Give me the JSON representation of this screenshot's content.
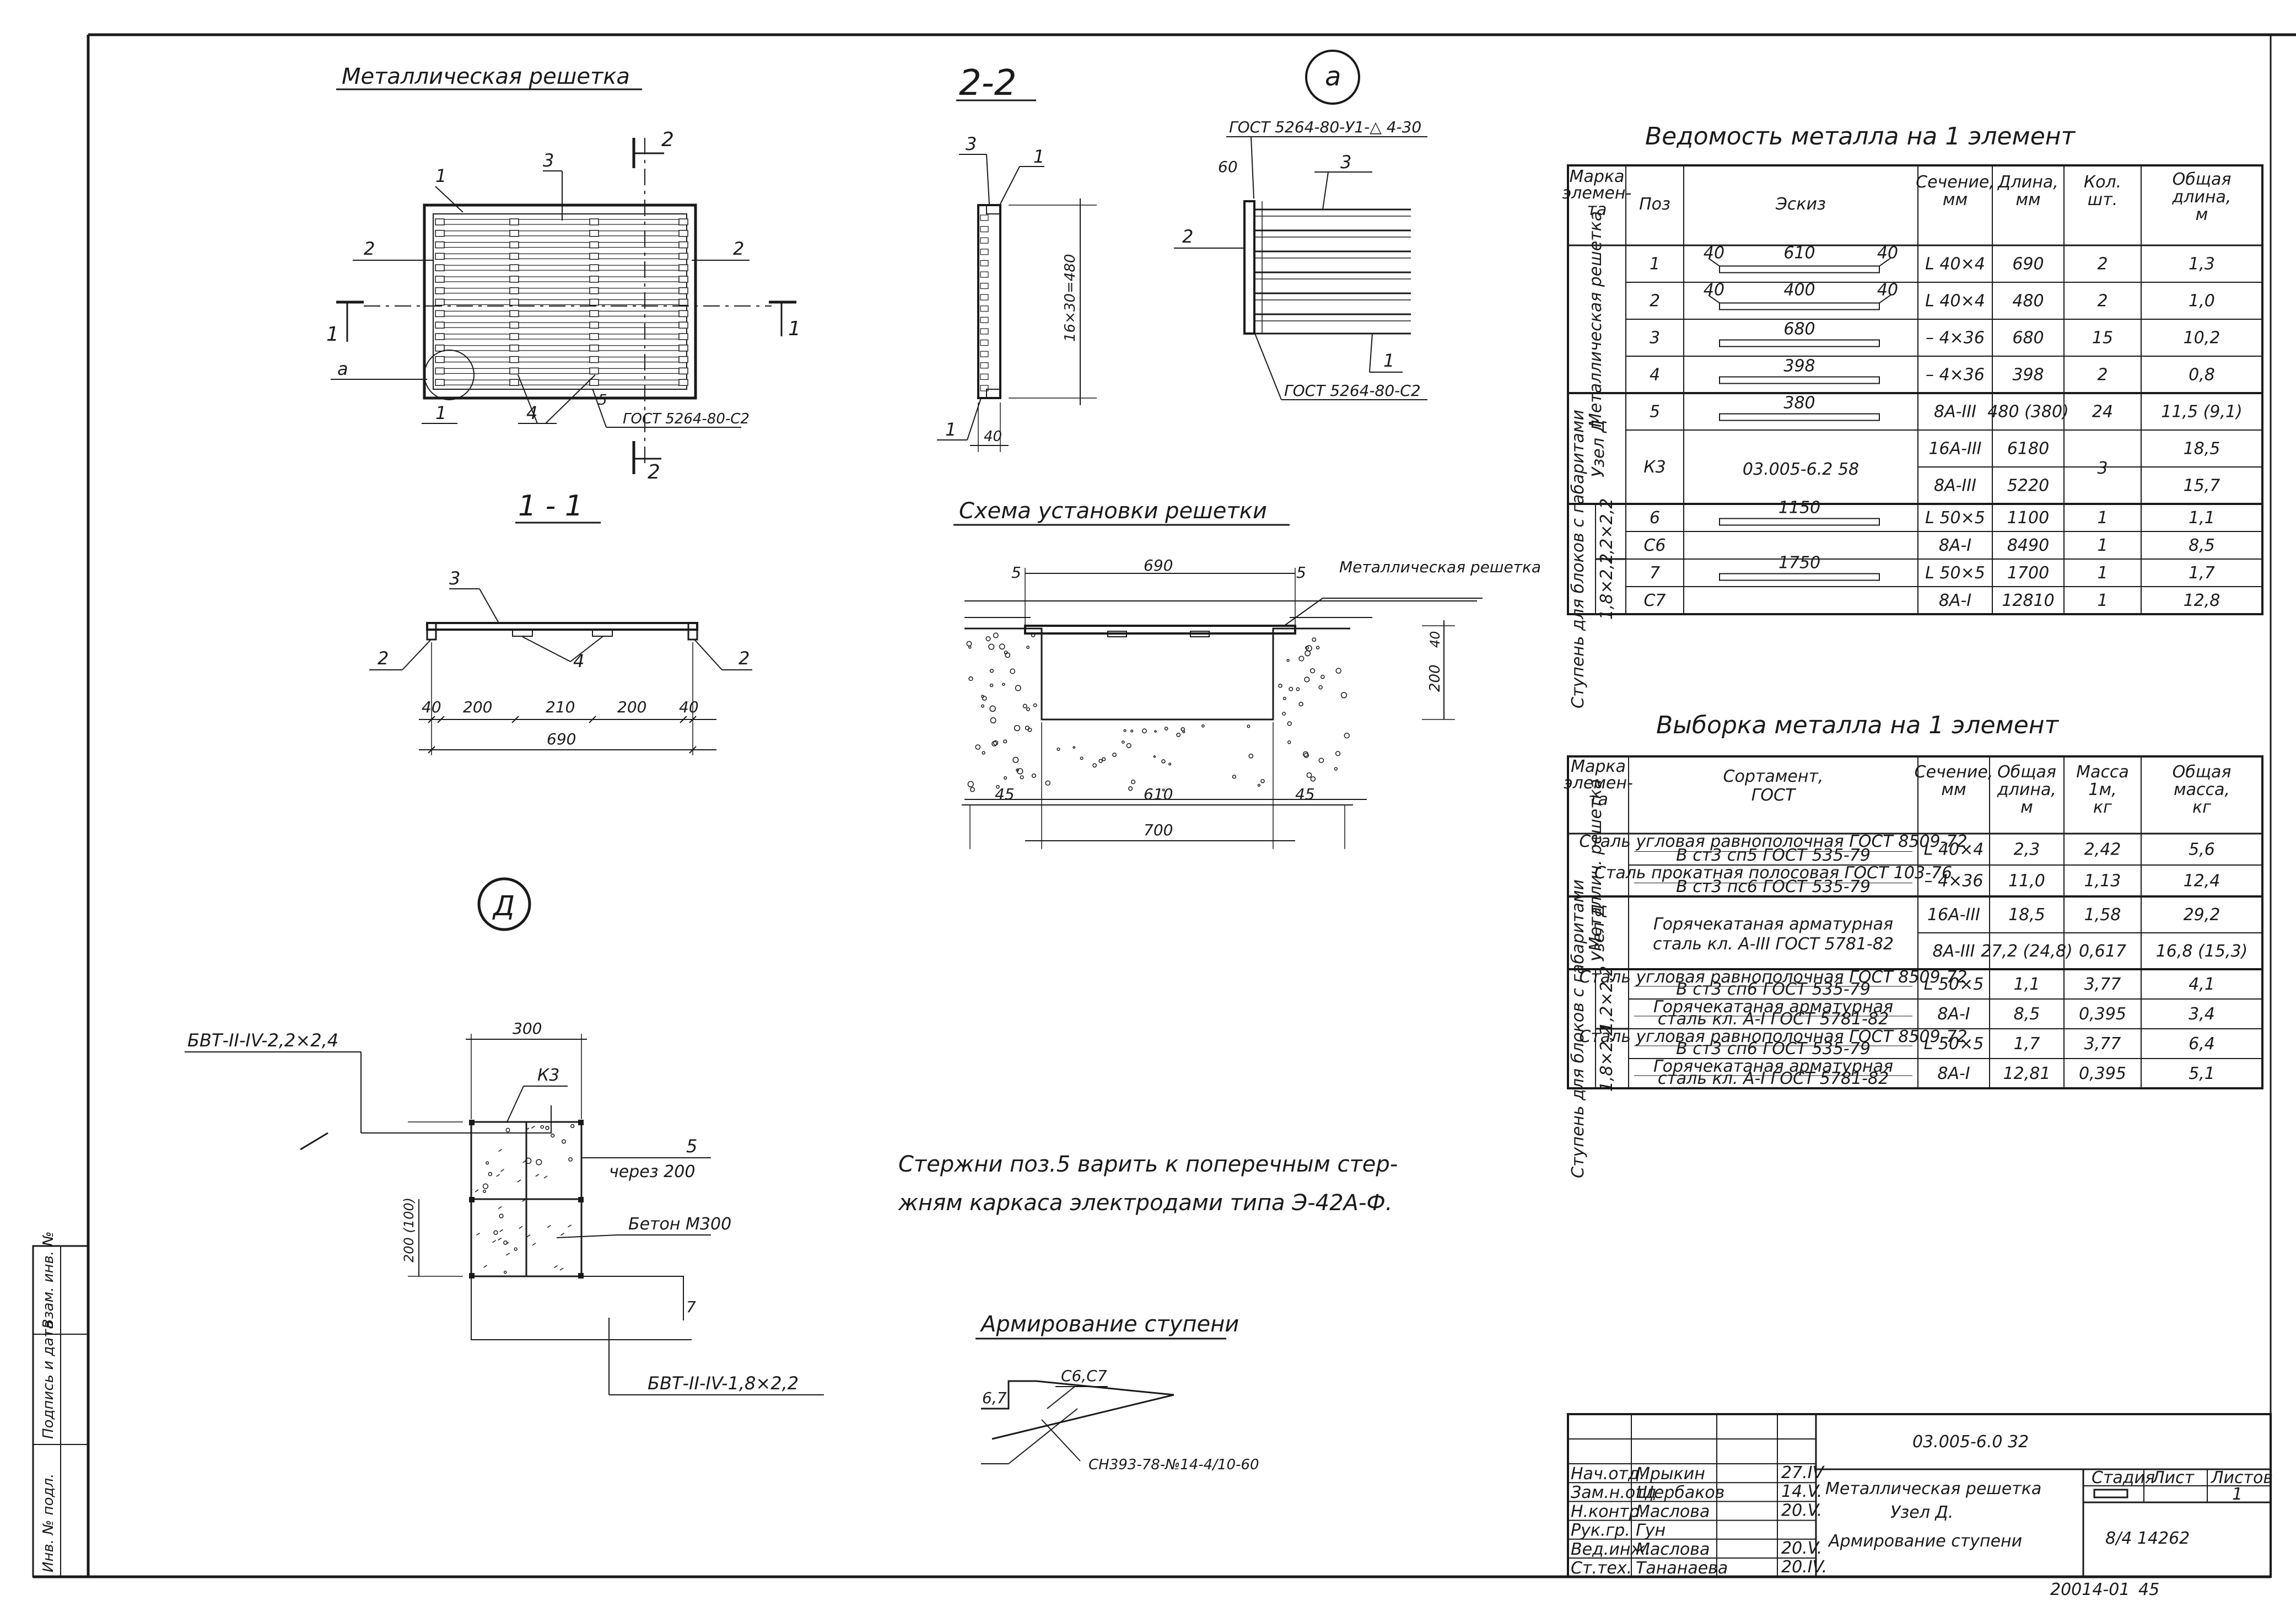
{
  "drawing": {
    "metal_grid": {
      "title": "Металлическая решетка",
      "labels": [
        "1",
        "2",
        "3",
        "4",
        "5",
        "2",
        "2",
        "1",
        "1",
        "а",
        "2",
        "2"
      ],
      "gost": "ГОСТ 5264-80-С2"
    },
    "section_11": {
      "title": "1 - 1",
      "labels": [
        "3",
        "2",
        "2",
        "4"
      ],
      "dims": [
        "40",
        "200",
        "210",
        "200",
        "40"
      ],
      "total": "690"
    },
    "section_22": {
      "title": "2-2",
      "labels": [
        "3",
        "1",
        "1"
      ],
      "dim_vertical": "16×30=480",
      "dim_bottom": "40"
    },
    "detail_a": {
      "marker": "а",
      "gost_top": "ГОСТ 5264-80-У1-△ 4-30",
      "gost_bottom": "ГОСТ 5264-80-С2",
      "labels": [
        "60",
        "3",
        "2",
        "1"
      ]
    },
    "install": {
      "title": "Схема установки решетки",
      "dims": [
        "690",
        "5",
        "5",
        "610",
        "45",
        "45",
        "700",
        "200",
        "40"
      ],
      "label": "Металлическая решетка"
    },
    "node_d": {
      "marker": "Д",
      "bvt_top": "БВТ-II-IV-2,2×2,4",
      "bvt_bottom": "БВТ-II-IV-1,8×2,2",
      "dims": [
        "300",
        "200 (100)"
      ],
      "k3": "К3",
      "pos": "5",
      "step": "через 200",
      "concrete": "Бетон М300",
      "label_7": "7"
    },
    "note": {
      "line1": "Стержни поз.5 варить к поперечным стер-",
      "line2": "жням каркаса электродами типа Э-42А-Ф."
    },
    "step_arm": {
      "title": "Армирование ступени",
      "labels": [
        "6,7",
        "С6,С7"
      ],
      "sn": "СН393-78-№14-4/10-60"
    }
  },
  "vedomost": {
    "title": "Ведомость металла на 1 элемент",
    "headers": [
      "Марка элемента",
      "Поз",
      "Эскиз",
      "Сечение, мм",
      "Длина, мм",
      "Кол. шт.",
      "Общая длина, м"
    ],
    "groups": [
      "Металлическая решетка",
      "Узел Д",
      "Ступень для блоков с габаритами"
    ],
    "sizes": [
      "1,2×2,2",
      "1,8×2,2"
    ],
    "rows": [
      {
        "poz": "1",
        "sketch": "40 610 40",
        "sec": "L 40×4",
        "len": "690",
        "qty": "2",
        "total": "1,3"
      },
      {
        "poz": "2",
        "sketch": "40 400 40",
        "sec": "L 40×4",
        "len": "480",
        "qty": "2",
        "total": "1,0"
      },
      {
        "poz": "3",
        "sketch": "680",
        "sec": "– 4×36",
        "len": "680",
        "qty": "15",
        "total": "10,2"
      },
      {
        "poz": "4",
        "sketch": "398",
        "sec": "– 4×36",
        "len": "398",
        "qty": "2",
        "total": "0,8"
      },
      {
        "poz": "5",
        "sketch": "380",
        "sec": "8А-III",
        "len": "480 (380)",
        "qty": "24",
        "total": "11,5 (9,1)"
      },
      {
        "poz": "К3",
        "sketch": "03.005-6.2 58",
        "sec": "16А-III",
        "len": "6180",
        "qty": "3",
        "total": "18,5"
      },
      {
        "poz": "",
        "sketch": "",
        "sec": "8А-III",
        "len": "5220",
        "qty": "",
        "total": "15,7"
      },
      {
        "poz": "6",
        "sketch": "1150",
        "sec": "L 50×5",
        "len": "1100",
        "qty": "1",
        "total": "1,1"
      },
      {
        "poz": "С6",
        "sketch": "",
        "sec": "8А-I",
        "len": "8490",
        "qty": "1",
        "total": "8,5"
      },
      {
        "poz": "7",
        "sketch": "1750",
        "sec": "L 50×5",
        "len": "1700",
        "qty": "1",
        "total": "1,7"
      },
      {
        "poz": "С7",
        "sketch": "",
        "sec": "8А-I",
        "len": "12810",
        "qty": "1",
        "total": "12,8"
      }
    ]
  },
  "vyborka": {
    "title": "Выборка металла на 1 элемент",
    "headers": [
      "Марка элемента",
      "Сортамент, ГОСТ",
      "Сечение, мм",
      "Общая длина, м",
      "Масса 1м, кг",
      "Общая масса, кг"
    ],
    "groups": [
      "Металлич. решетка",
      "Узел Д",
      "Ступень для блоков с габаритами"
    ],
    "sizes": [
      "1,2×2,2",
      "1,8×2,2"
    ],
    "rows": [
      {
        "sort1": "Сталь угловая равнополочная ГОСТ 8509-72",
        "sort2": "В ст3 сп5 ГОСТ 535-79",
        "sec": "L 40×4",
        "len": "2,3",
        "mass": "2,42",
        "total": "5,6"
      },
      {
        "sort1": "Сталь прокатная полосовая ГОСТ 103-76",
        "sort2": "В ст3 пс6 ГОСТ 535-79",
        "sec": "– 4×36",
        "len": "11,0",
        "mass": "1,13",
        "total": "12,4"
      },
      {
        "sort1": "Горячекатаная арматурная",
        "sort2": "сталь кл. А-III ГОСТ 5781-82",
        "sec": "16А-III",
        "len": "18,5",
        "mass": "1,58",
        "total": "29,2"
      },
      {
        "sort1": "",
        "sort2": "",
        "sec": "8А-III",
        "len": "27,2 (24,8)",
        "mass": "0,617",
        "total": "16,8 (15,3)"
      },
      {
        "sort1": "Сталь угловая равнополочная ГОСТ 8509-72",
        "sort2": "В ст3 сп6 ГОСТ 535-79",
        "sec": "L 50×5",
        "len": "1,1",
        "mass": "3,77",
        "total": "4,1"
      },
      {
        "sort1": "Горячекатаная арматурная",
        "sort2": "сталь кл. А-I ГОСТ 5781-82",
        "sec": "8А-I",
        "len": "8,5",
        "mass": "0,395",
        "total": "3,4"
      },
      {
        "sort1": "Сталь угловая равнополочная ГОСТ 8509-72",
        "sort2": "В ст3 сп6 ГОСТ 535-79",
        "sec": "L 50×5",
        "len": "1,7",
        "mass": "3,77",
        "total": "6,4"
      },
      {
        "sort1": "Горячекатаная арматурная",
        "sort2": "сталь кл. А-I ГОСТ 5781-82",
        "sec": "8А-I",
        "len": "12,81",
        "mass": "0,395",
        "total": "5,1"
      }
    ]
  },
  "title_block": {
    "code": "03.005-6.0 32",
    "roles": [
      "Нач.отд.",
      "Зам.н.отд",
      "Н.контр.",
      "Рук.гр.",
      "Вед.инж.",
      "Ст.тех."
    ],
    "names": [
      "Мрыкин",
      "Щербаков",
      "Маслова",
      "Гун",
      "Маслова",
      "Тананаева"
    ],
    "dates": [
      "27.IV",
      "14.V.",
      "20.V.",
      "",
      "20.V.",
      "20.IV."
    ],
    "title_l1": "Металлическая решетка",
    "title_l2": "Узел Д.",
    "title_l3": "Армирование ступени",
    "stage_label": "Стадия",
    "sheet_label": "Лист",
    "sheets_label": "Листов",
    "sheets_value": "1",
    "org": "8/4 14262",
    "bottom_code": "20014-01",
    "bottom_page": "45"
  },
  "side_stamp": {
    "field1": "Инв. № подл.",
    "field2": "Подпись и дата",
    "field3": "Взам. инв. №"
  }
}
